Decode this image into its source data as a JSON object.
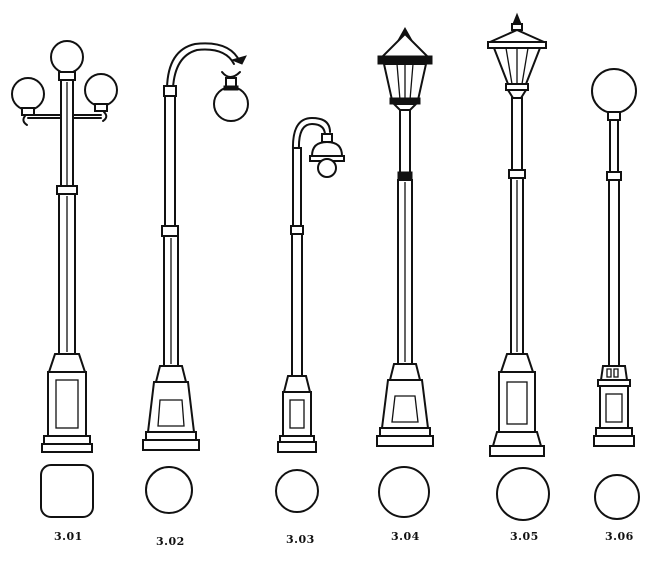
{
  "lamps": [
    {
      "code": "3.01",
      "base": "square",
      "head": "three-globe"
    },
    {
      "code": "3.02",
      "base": "round",
      "head": "crook-globe"
    },
    {
      "code": "3.03",
      "base": "round",
      "head": "small-crook-dome"
    },
    {
      "code": "3.04",
      "base": "round",
      "head": "lantern"
    },
    {
      "code": "3.05",
      "base": "round",
      "head": "wide-lantern"
    },
    {
      "code": "3.06",
      "base": "round",
      "head": "single-globe"
    }
  ]
}
